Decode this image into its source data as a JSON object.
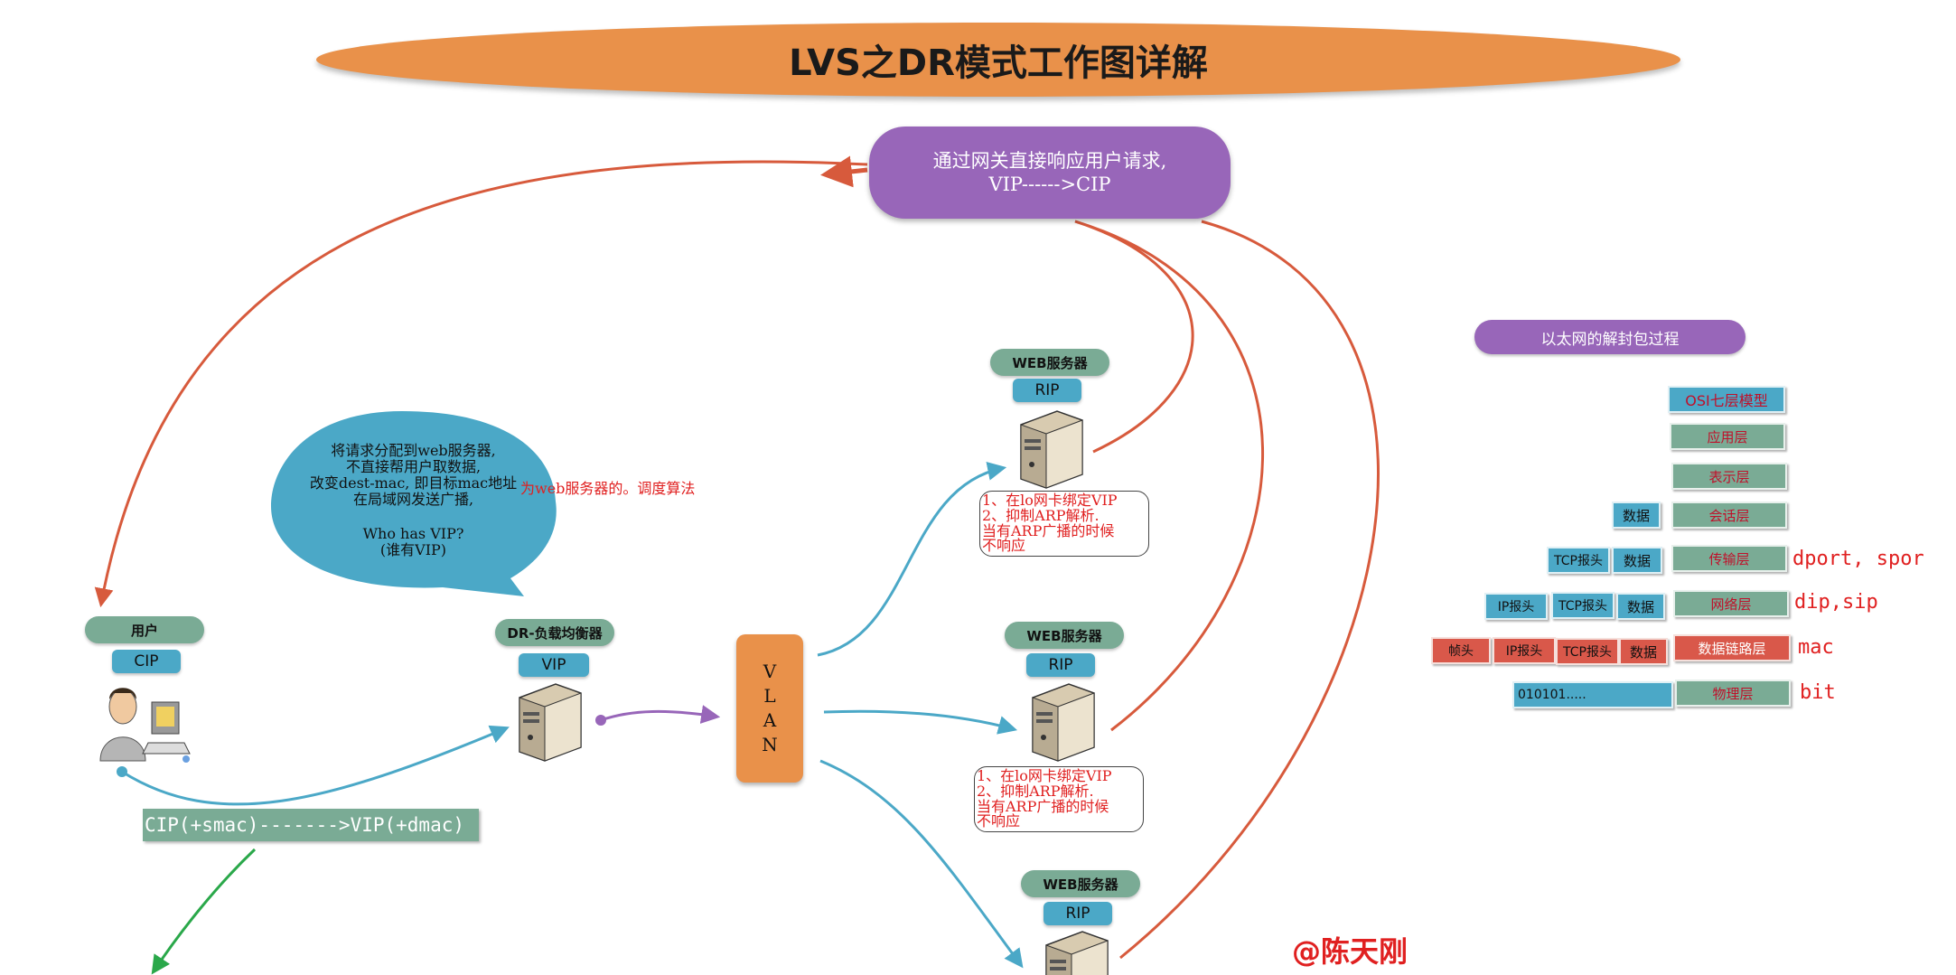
{
  "title": "LVS之DR模式工作图详解",
  "response_box": {
    "line1": "通过网关直接响应用户请求,",
    "line2": "VIP------>CIP"
  },
  "bubble": {
    "line1": "将请求分配到web服务器,",
    "line2": "不直接帮用户取数据,",
    "line3": "改变dest-mac, 即目标mac地址",
    "line4": "在局域网发送广播,",
    "line5": "Who has VIP?",
    "line6": "(谁有VIP)"
  },
  "bubble_overflow": "为web服务器的。调度算法",
  "user": {
    "label": "用户",
    "ip": "CIP"
  },
  "director": {
    "label": "DR-负载均衡器",
    "ip": "VIP"
  },
  "vlan": [
    "V",
    "L",
    "A",
    "N"
  ],
  "web_servers": [
    {
      "label": "WEB服务器",
      "ip": "RIP",
      "note": [
        "1、在lo网卡绑定VIP",
        "2、抑制ARP解析.",
        "当有ARP广播的时候",
        "不响应"
      ]
    },
    {
      "label": "WEB服务器",
      "ip": "RIP",
      "note": [
        "1、在lo网卡绑定VIP",
        "2、抑制ARP解析.",
        "当有ARP广播的时候",
        "不响应"
      ]
    },
    {
      "label": "WEB服务器",
      "ip": "RIP"
    }
  ],
  "cip_flow": "CIP(+smac)------->VIP(+dmac)",
  "osi": {
    "header": "以太网的解封包过程",
    "title": "OSI七层模型",
    "layers": [
      "应用层",
      "表示层",
      "会话层",
      "传输层",
      "网络层",
      "数据链路层",
      "物理层"
    ],
    "data": "数据",
    "tcp_head": "TCP报头",
    "ip_head": "IP报头",
    "frame_head": "帧头",
    "bits": "010101.....",
    "side_labels": [
      "dport, spor",
      "dip,sip",
      "mac",
      "bit"
    ]
  },
  "watermark": "@陈天刚",
  "colors": {
    "orange": "#e9914a",
    "purple": "#9866b9",
    "teal": "#7aab95",
    "blue": "#4ba8c7",
    "red": "#d9584a",
    "curve_red": "#d75a3c",
    "curve_blue": "#4ba8c7",
    "arrow_green": "#2aa84a"
  }
}
